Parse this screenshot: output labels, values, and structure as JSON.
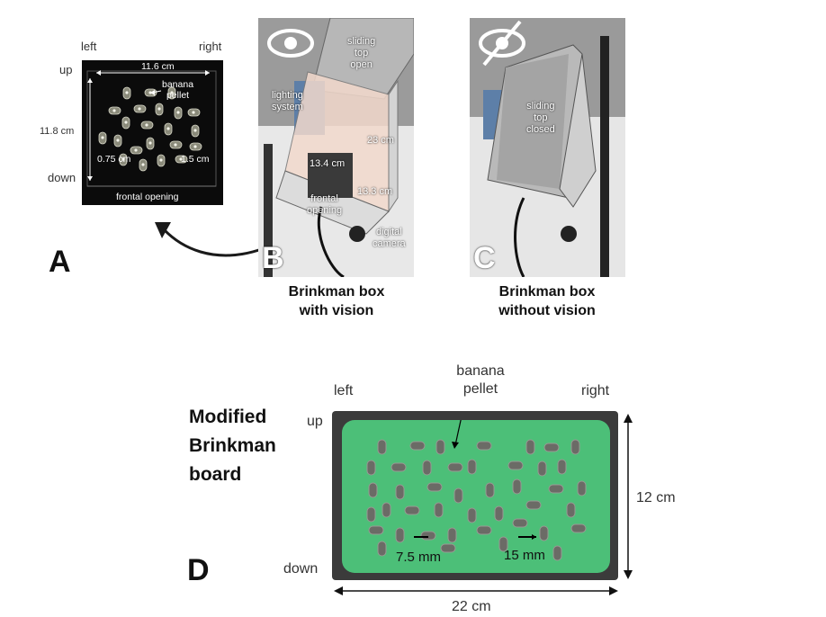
{
  "top_crop_text": "",
  "panel_a": {
    "letter": "A",
    "left": "left",
    "right": "right",
    "up": "up",
    "down": "down",
    "width": "11.6 cm",
    "height": "11.8 cm",
    "pellet": "banana\npellet",
    "small_hole": "0.75 cm",
    "large_hole": "1.5 cm",
    "opening": "frontal opening"
  },
  "panel_b": {
    "letter": "B",
    "icon": "eye-icon",
    "sliding_top": "sliding\ntop\nopen",
    "lighting": "lighting\nsystem",
    "height": "23 cm",
    "width": "13.4 cm",
    "depth": "13.3 cm",
    "opening": "frontal\nopening",
    "camera": "digital\ncamera",
    "caption_line1": "Brinkman box",
    "caption_line2": "with vision"
  },
  "panel_c": {
    "letter": "C",
    "icon": "eye-slash-icon",
    "sliding_top": "sliding\ntop\nclosed",
    "caption_line1": "Brinkman box",
    "caption_line2": "without vision"
  },
  "panel_d": {
    "letter": "D",
    "title_line1": "Modified",
    "title_line2": "Brinkman",
    "title_line3": "board",
    "left": "left",
    "right": "right",
    "up": "up",
    "down": "down",
    "pellet_line1": "banana",
    "pellet_line2": "pellet",
    "small_hole": "7.5 mm",
    "large_hole": "15 mm",
    "height": "12 cm",
    "width": "22 cm",
    "board_color": "#4cbf78"
  }
}
